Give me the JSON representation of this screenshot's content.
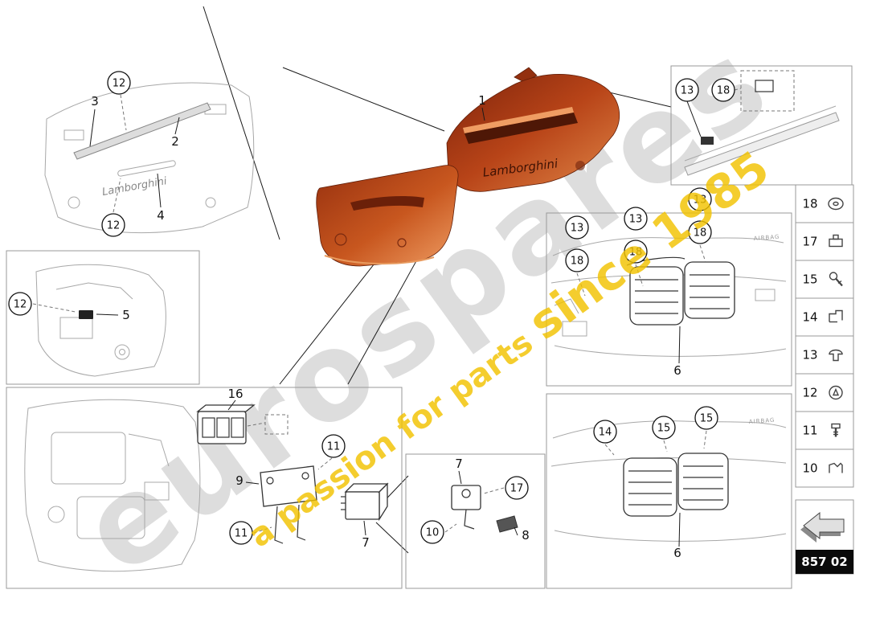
{
  "watermark": {
    "brand": "eurospares",
    "tagline_a": "a passion for parts",
    "tagline_b": "since 1985"
  },
  "footer": {
    "part_code": "857 02"
  },
  "inscriptions": {
    "logo_trim": "Lamborghini",
    "logo_main": "Lamborghini",
    "airbag_mid": "AIRBAG",
    "airbag_bottom": "AIRBAG"
  },
  "callouts": {
    "main_1": "1",
    "tl_12a": "12",
    "tl_3": "3",
    "tl_2": "2",
    "tl_4": "4",
    "tl_12b": "12",
    "ml_12": "12",
    "ml_5": "5",
    "bl_16": "16",
    "bl_9": "9",
    "bl_11a": "11",
    "bl_11b": "11",
    "bl_7": "7",
    "tr_13": "13",
    "tr_18": "18",
    "mr_13a": "13",
    "mr_18a": "18",
    "mr_13b": "13",
    "mr_18b": "18",
    "mr_13c": "13",
    "mr_18c": "18",
    "mr_6": "6",
    "bm_7": "7",
    "bm_17": "17",
    "bm_10": "10",
    "bm_8": "8",
    "br_14": "14",
    "br_15a": "15",
    "br_15b": "15",
    "br_6": "6"
  },
  "legend": {
    "rows": [
      {
        "num": "18",
        "icon": "washer-icon"
      },
      {
        "num": "17",
        "icon": "clip-icon"
      },
      {
        "num": "15",
        "icon": "screw-icon"
      },
      {
        "num": "14",
        "icon": "bracket-clip-icon"
      },
      {
        "num": "13",
        "icon": "push-rivet-icon"
      },
      {
        "num": "12",
        "icon": "grommet-icon"
      },
      {
        "num": "11",
        "icon": "bolt-icon"
      },
      {
        "num": "10",
        "icon": "spring-clip-icon"
      }
    ]
  },
  "colors": {
    "part_orange_dark": "#7e230b",
    "part_orange_mid": "#b84418",
    "part_orange_light": "#e08748",
    "watermark_yellow": "#f2c200",
    "watermark_gray": "#b9b9b9",
    "line_art_gray": "#a8a8a8",
    "outline_black": "#1a1a1a"
  }
}
